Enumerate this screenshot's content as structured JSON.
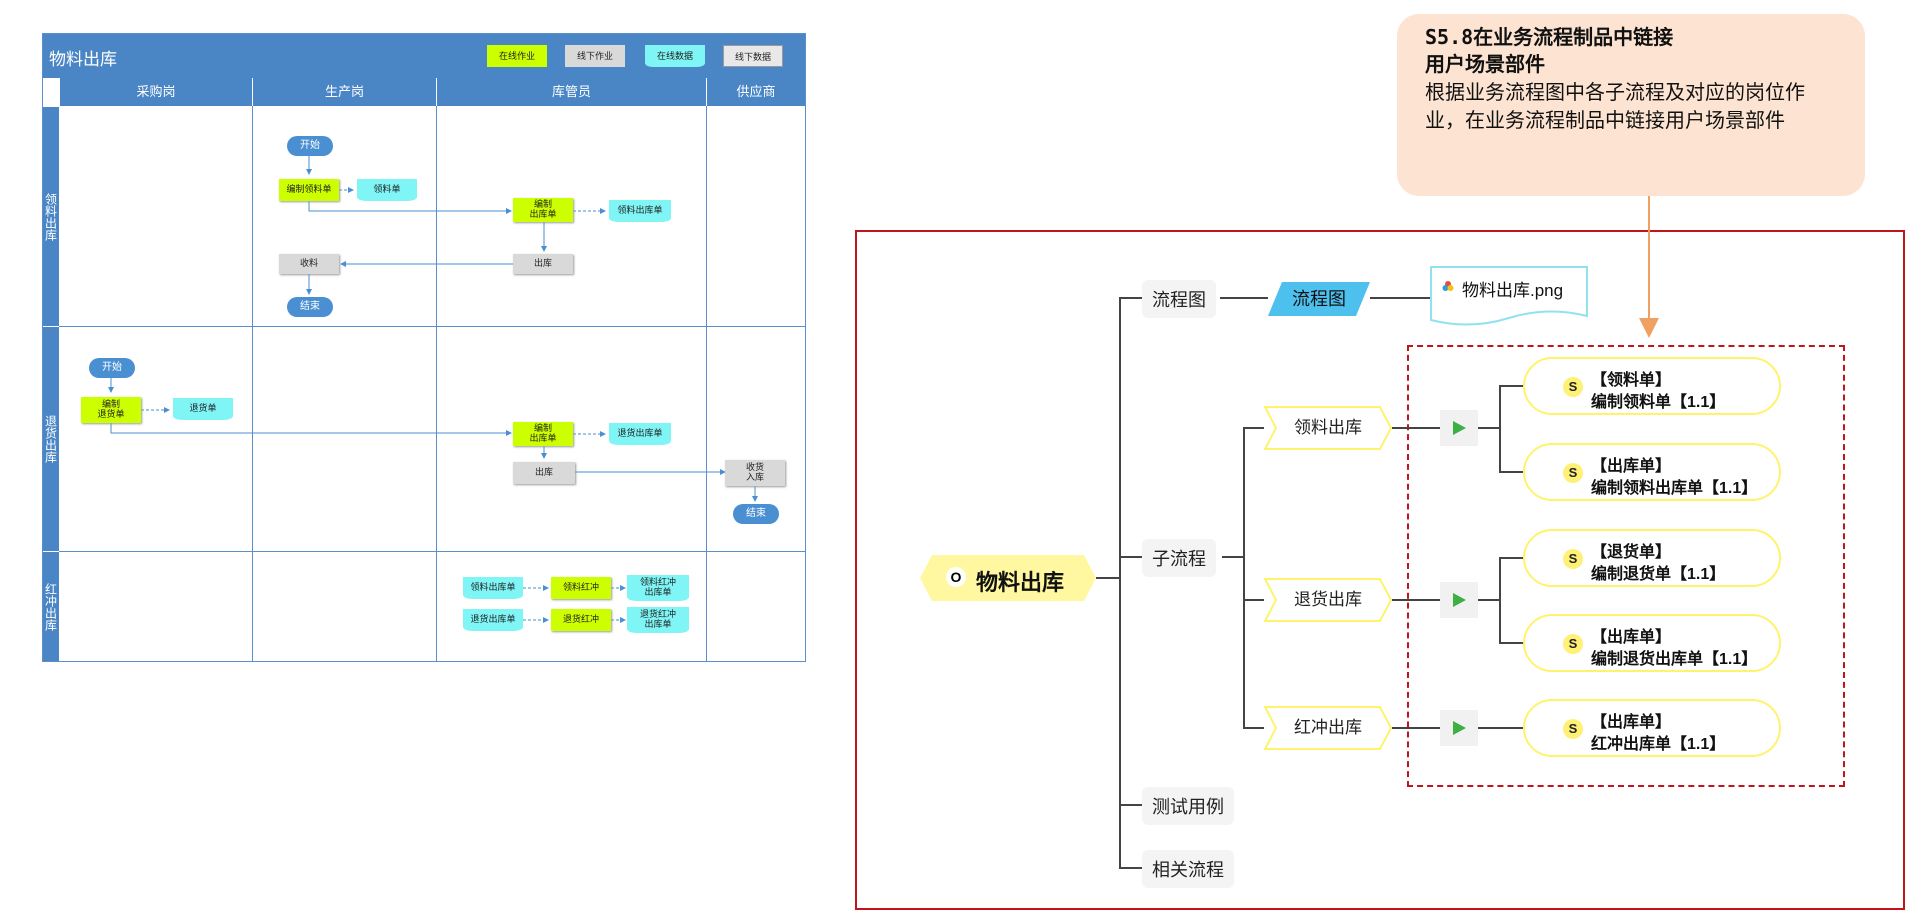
{
  "swimlane": {
    "title": "物料出库",
    "legend": [
      "在线作业",
      "线下作业",
      "在线数据",
      "线下数据"
    ],
    "lanes": [
      "采购岗",
      "生产岗",
      "库管员",
      "供应商"
    ],
    "rows": [
      "领料出库",
      "退货出库",
      "红冲出库"
    ],
    "nodes": {
      "start1": "开始",
      "make_pick": "编制领料单",
      "pick_doc": "领料单",
      "make_out1": "编制\n出库单",
      "out_doc1": "领料出库单",
      "out1": "出库",
      "receive": "收料",
      "end1": "结束",
      "start2": "开始",
      "make_return": "编制\n退货单",
      "return_doc": "退货单",
      "make_out2": "编制\n出库单",
      "out_doc2": "退货出库单",
      "out2": "出库",
      "supplier_in": "收货\n入库",
      "end2": "结束",
      "red_src1": "领料出库单",
      "red_act1": "领料红冲",
      "red_res1": "领料红冲\n出库单",
      "red_src2": "退货出库单",
      "red_act2": "退货红冲",
      "red_res2": "退货红冲\n出库单"
    }
  },
  "callout": {
    "title": "S5.8在业务流程制品中链接\n用户场景部件",
    "body": "根据业务流程图中各子流程及对应的岗位作业，在业务流程制品中链接用户场景部件"
  },
  "mindmap": {
    "root_icon": "O",
    "root": "物料出库",
    "branches": [
      "流程图",
      "子流程",
      "测试用例",
      "相关流程"
    ],
    "flowchart_tag": "流程图",
    "file_attachment": "物料出库.png",
    "subflows": [
      "领料出库",
      "退货出库",
      "红冲出库"
    ],
    "scene_icon": "S",
    "scenes": [
      {
        "title": "【领料单】",
        "detail": "编制领料单【1.1】"
      },
      {
        "title": "【出库单】",
        "detail": "编制领料出库单【1.1】"
      },
      {
        "title": "【退货单】",
        "detail": "编制退货单【1.1】"
      },
      {
        "title": "【出库单】",
        "detail": "编制退货出库单【1.1】"
      },
      {
        "title": "【出库单】",
        "detail": "红冲出库单【1.1】"
      }
    ]
  },
  "colors": {
    "lane_blue": "#4a86c5",
    "online_task": "#ccff00",
    "offline_task": "#d9d9d9",
    "online_data": "#7ff5f5",
    "frame_red": "#c0151c",
    "callout_bg": "#fde3d1",
    "arrow_orange": "#f0a060",
    "play_green": "#3cb043",
    "node_yellow": "#fff36b"
  }
}
